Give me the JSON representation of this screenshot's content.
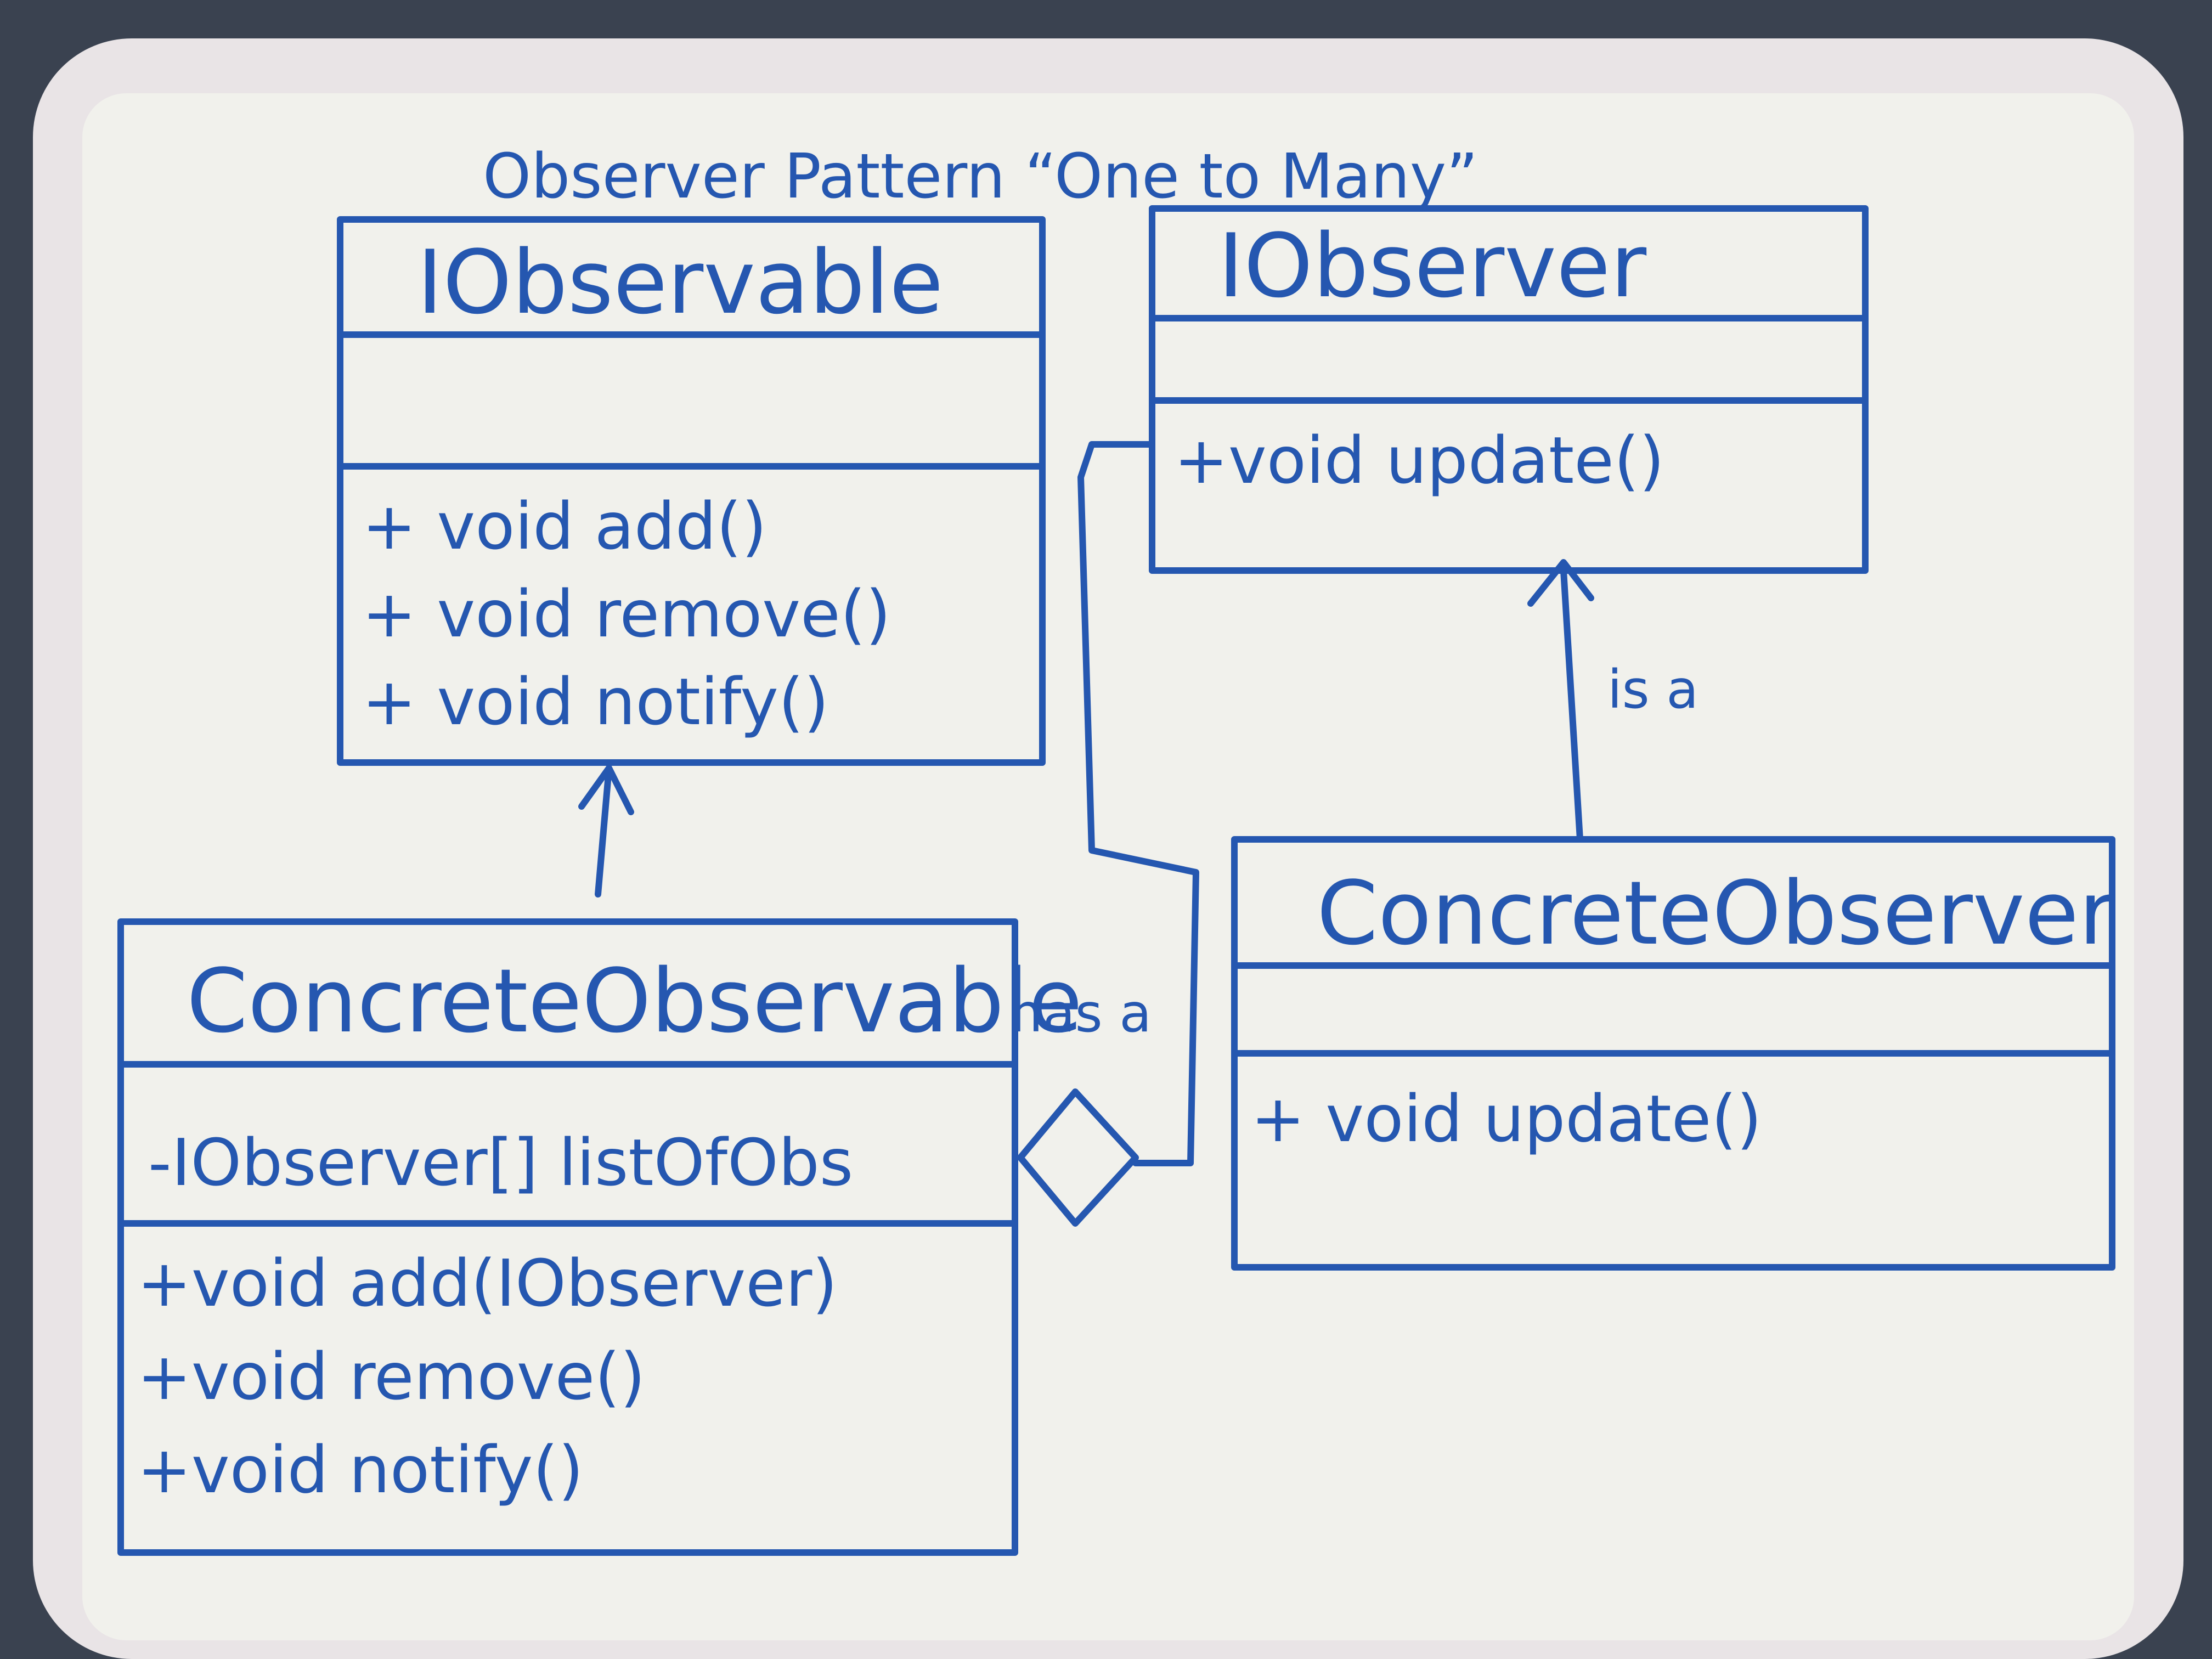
{
  "diagram": {
    "title": "Observer Pattern “One to Many”",
    "colors": {
      "ink": "#2557b0",
      "board": "#f1f1ec",
      "frame": "#e9e4e6"
    },
    "classes": [
      {
        "id": "iobservable",
        "name": "IObservable",
        "attributes": [],
        "methods": [
          "+ void add()",
          "+ void remove()",
          "+ void notify()"
        ]
      },
      {
        "id": "iobserver",
        "name": "IObserver",
        "attributes": [],
        "methods": [
          "+void update()"
        ]
      },
      {
        "id": "concreteobservable",
        "name": "ConcreteObservable",
        "attributes": [
          "-IObserver[] listOfObs"
        ],
        "methods": [
          "+void add(IObserver)",
          "+void remove()",
          "+void notify()"
        ]
      },
      {
        "id": "concreteobserver",
        "name": "ConcreteObserver",
        "attributes": [],
        "methods": [
          "+ void update()"
        ]
      }
    ],
    "relations": [
      {
        "from": "concreteobservable",
        "to": "iobservable",
        "type": "inheritance",
        "label": ""
      },
      {
        "from": "concreteobserver",
        "to": "iobserver",
        "type": "inheritance",
        "label": "is a"
      },
      {
        "from": "concreteobservable",
        "to": "iobserver",
        "type": "aggregation",
        "label": "has a"
      }
    ]
  }
}
